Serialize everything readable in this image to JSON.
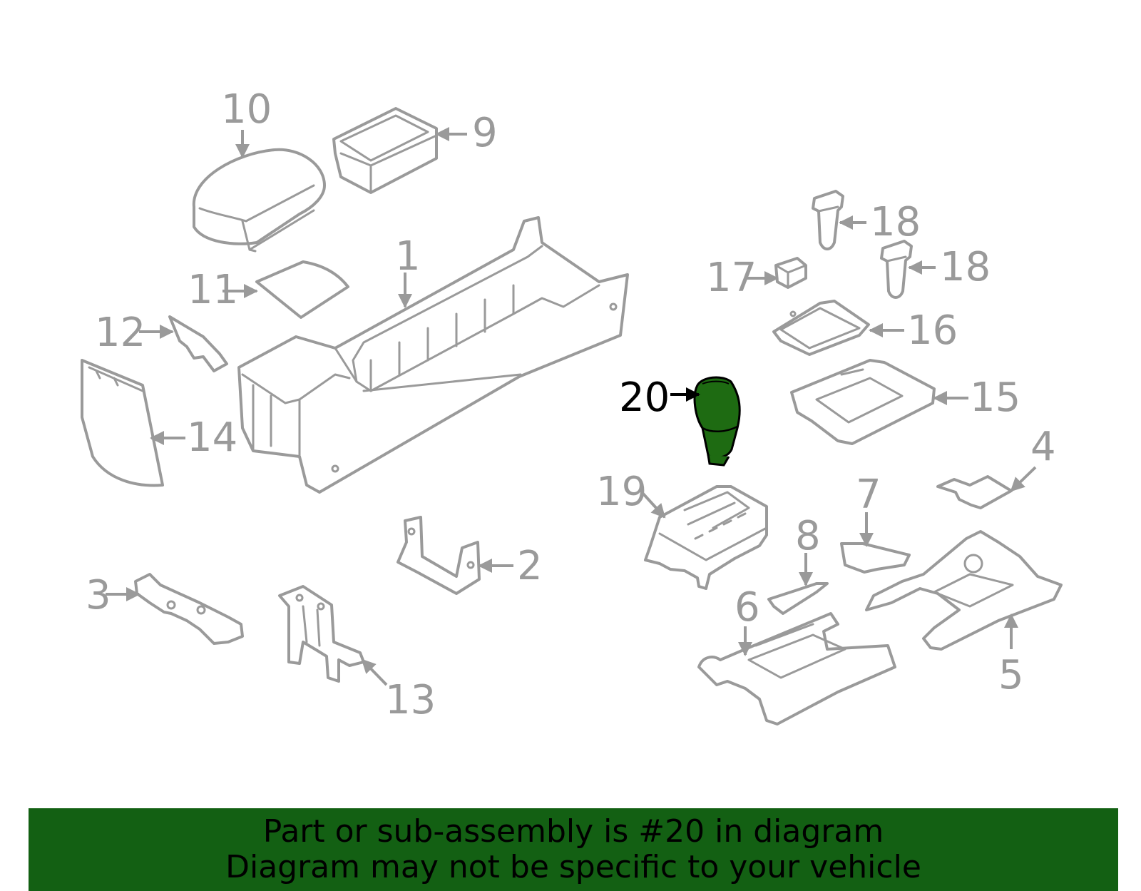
{
  "colors": {
    "part_stroke": "#9a9a9a",
    "highlight_fill": "#1e6b12",
    "highlight_label": "#000000",
    "banner_bg": "#136013",
    "banner_text": "#000000"
  },
  "highlighted_part": "20",
  "callouts": {
    "c1": "1",
    "c2": "2",
    "c3": "3",
    "c4": "4",
    "c5": "5",
    "c6": "6",
    "c7": "7",
    "c8": "8",
    "c9": "9",
    "c10": "10",
    "c11": "11",
    "c12": "12",
    "c13": "13",
    "c14": "14",
    "c15": "15",
    "c16": "16",
    "c17": "17",
    "c18a": "18",
    "c18b": "18",
    "c19": "19",
    "c20": "20"
  },
  "banner": {
    "line1": "Part or sub-assembly is #20 in diagram",
    "line2": "Diagram may not be specific to your vehicle"
  }
}
